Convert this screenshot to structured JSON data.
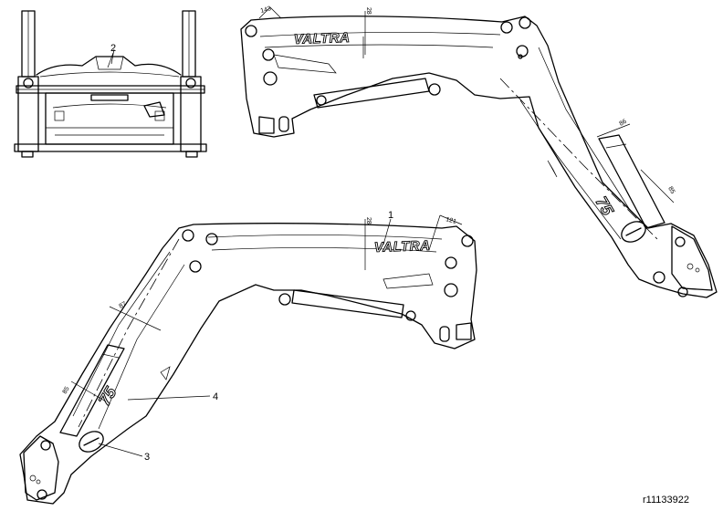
{
  "callouts": {
    "c1": "1",
    "c2": "2",
    "c3": "3",
    "c4": "4"
  },
  "dimensions": {
    "right_view_offset": "143",
    "right_view_height": "28",
    "right_view_stripe": "86",
    "right_view_decal": "85",
    "left_view_offset": "121",
    "left_view_height": "28",
    "left_view_stripe": "87",
    "left_view_decal": "85"
  },
  "decals": {
    "brand": "VALTRA",
    "model": "75"
  },
  "reference": "r11133922"
}
